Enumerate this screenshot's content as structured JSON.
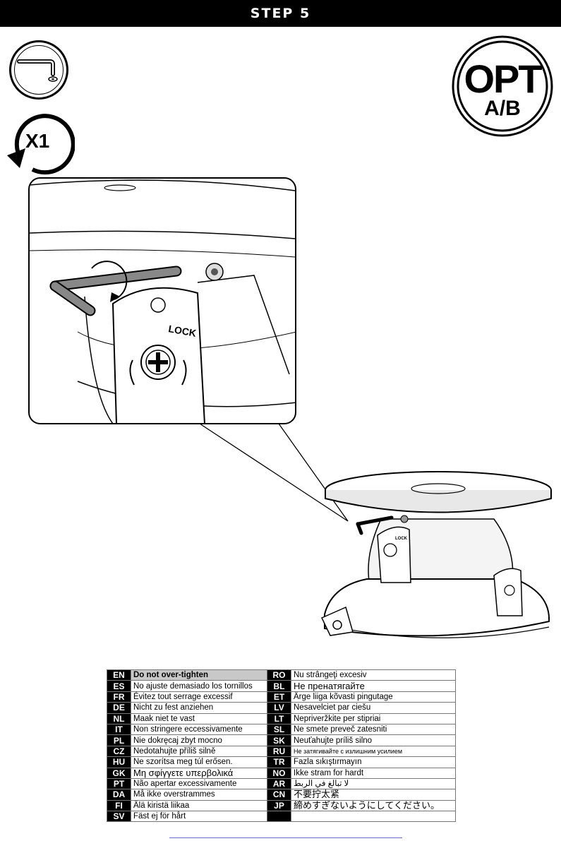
{
  "header": {
    "title": "STEP 5"
  },
  "repeat": {
    "label": "X1"
  },
  "badge": {
    "line1": "OPT",
    "line2": "A/B"
  },
  "detail": {
    "lock_label": "LOCK",
    "small_lock_label": "LOCK"
  },
  "languages": {
    "rows": [
      {
        "left_code": "EN",
        "left_text": "Do not over-tighten",
        "right_code": "RO",
        "right_text": "Nu strângeţi excesiv"
      },
      {
        "left_code": "ES",
        "left_text": "No ajuste demasiado los tornillos",
        "right_code": "BL",
        "right_text": "Не пренатягайте"
      },
      {
        "left_code": "FR",
        "left_text": "Évitez tout serrage excessif",
        "right_code": "ET",
        "right_text": "Ärge liiga kõvasti pingutage"
      },
      {
        "left_code": "DE",
        "left_text": "Nicht zu fest anziehen",
        "right_code": "LV",
        "right_text": "Nesavelciet par ciešu"
      },
      {
        "left_code": "NL",
        "left_text": "Maak niet te vast",
        "right_code": "LT",
        "right_text": "Nepriveržkite per stipriai"
      },
      {
        "left_code": "IT",
        "left_text": "Non stringere eccessivamente",
        "right_code": "SL",
        "right_text": "Ne smete preveč zatesniti"
      },
      {
        "left_code": "PL",
        "left_text": "Nie dokręcaj zbyt mocno",
        "right_code": "SK",
        "right_text": "Neuťahujte príliš silno"
      },
      {
        "left_code": "CZ",
        "left_text": "Nedotahujte příliš silně",
        "right_code": "RU",
        "right_text": "Не затягивайте с излишним усилием"
      },
      {
        "left_code": "HU",
        "left_text": "Ne szorítsa meg túl erősen.",
        "right_code": "TR",
        "right_text": "Fazla sıkıştırmayın"
      },
      {
        "left_code": "GK",
        "left_text": "Μη σφίγγετε υπερβολικά",
        "right_code": "NO",
        "right_text": "Ikke stram for hardt"
      },
      {
        "left_code": "PT",
        "left_text": "Não apertar excessivamente",
        "right_code": "AR",
        "right_text": "لا تبالغ في الربط"
      },
      {
        "left_code": "DA",
        "left_text": "Må ikke overstrammes",
        "right_code": "CN",
        "right_text": "不要拧太紧"
      },
      {
        "left_code": "FI",
        "left_text": "Älä kiristä liikaa",
        "right_code": "JP",
        "right_text": "締めすぎないようにしてください。"
      },
      {
        "left_code": "SV",
        "left_text": "Fäst ej för hårt",
        "right_code": "",
        "right_text": ""
      }
    ]
  }
}
